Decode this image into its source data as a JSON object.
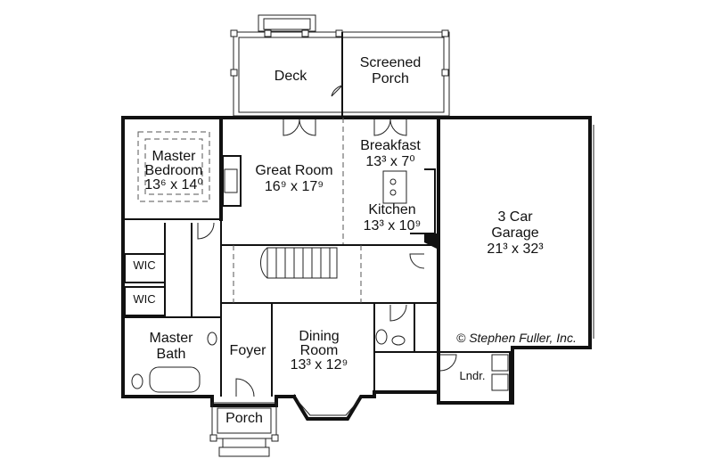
{
  "rooms": {
    "deck": {
      "name": "Deck"
    },
    "screened_porch": {
      "line1": "Screened",
      "line2": "Porch"
    },
    "master_bedroom": {
      "line1": "Master",
      "line2": "Bedroom",
      "size": "13⁶ x 14⁰"
    },
    "great_room": {
      "name": "Great Room",
      "size": "16⁹ x 17⁹"
    },
    "breakfast": {
      "name": "Breakfast",
      "size": "13³ x 7⁰"
    },
    "kitchen": {
      "name": "Kitchen",
      "size": "13³ x 10⁹"
    },
    "garage": {
      "line1": "3 Car",
      "line2": "Garage",
      "size": "21³ x 32³"
    },
    "wic_upper": {
      "name": "WIC"
    },
    "wic_lower": {
      "name": "WIC"
    },
    "master_bath": {
      "line1": "Master",
      "line2": "Bath"
    },
    "foyer": {
      "name": "Foyer"
    },
    "dining_room": {
      "line1": "Dining",
      "line2": "Room",
      "size": "13³ x 12⁹"
    },
    "laundry": {
      "name": "Lndr."
    },
    "porch": {
      "name": "Porch"
    }
  },
  "copyright": "© Stephen Fuller, Inc."
}
